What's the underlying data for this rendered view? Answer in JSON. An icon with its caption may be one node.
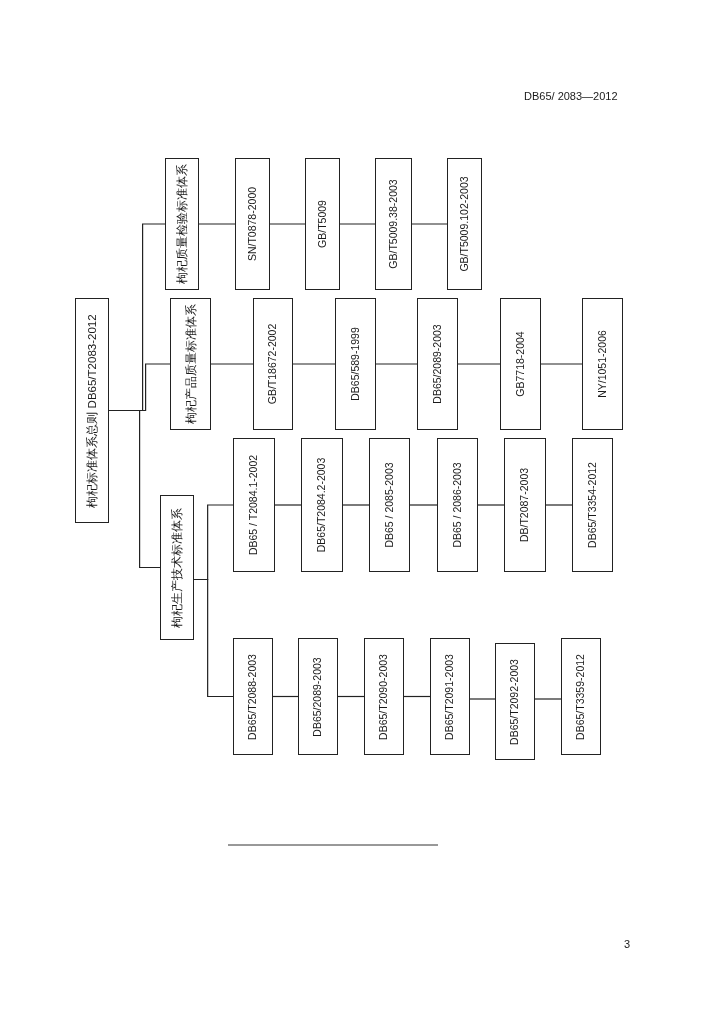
{
  "diagram": {
    "nodes": [
      {
        "text": [
          "枸杞标准体系总则 DB65/T2083-2012"
        ]
      },
      {
        "text": [
          "枸杞质量检验标准体系"
        ]
      },
      {
        "text": [
          "SN/T0878-2000"
        ]
      },
      {
        "text": [
          "GB/T5009"
        ]
      },
      {
        "text": [
          "GB/T5009.38-2003"
        ]
      },
      {
        "text": [
          "GB/T5009.102-2003"
        ]
      },
      {
        "text": [
          "枸杞产品质量标准体系"
        ]
      },
      {
        "text": [
          "GB/T18672-2002"
        ]
      },
      {
        "text": [
          "DB65/589-1999"
        ]
      },
      {
        "text": [
          "DB65/2089-2003"
        ]
      },
      {
        "text": [
          "GB7718-2004"
        ]
      },
      {
        "text": [
          "NY/1051-2006"
        ]
      },
      {
        "text": [
          "枸杞生产技术标准体系"
        ]
      },
      {
        "text": [
          "DB65 / T2084.1-2002"
        ]
      },
      {
        "text": [
          "DB65/T2084.2-2003"
        ]
      },
      {
        "text": [
          "DB65 / 2085-2003"
        ]
      },
      {
        "text": [
          "DB65 / 2086-2003"
        ]
      },
      {
        "text": [
          "DB/T2087-2003"
        ]
      },
      {
        "text": [
          "DB65/T3354-2012"
        ]
      },
      {
        "text": [
          "DB65/T2088-2003"
        ]
      },
      {
        "text": [
          "DB65/2089-2003"
        ]
      },
      {
        "text": [
          "DB65/T2090-2003"
        ]
      },
      {
        "text": [
          "DB65/T2091-2003"
        ]
      },
      {
        "text": [
          "DB65/T2092-2003"
        ]
      },
      {
        "text": [
          "DB65/T3359-2012"
        ]
      }
    ],
    "edges": [
      {
        "from": 0,
        "to": 1,
        "arrow": "none"
      },
      {
        "from": 0,
        "to": 6,
        "arrow": "none"
      },
      {
        "from": 0,
        "to": 12,
        "arrow": "none"
      },
      {
        "from": 1,
        "to": 2,
        "arrow": "none"
      },
      {
        "from": 2,
        "to": 3,
        "arrow": "none"
      },
      {
        "from": 3,
        "to": 4,
        "arrow": "none"
      },
      {
        "from": 4,
        "to": 5,
        "arrow": "none"
      },
      {
        "from": 6,
        "to": 7,
        "arrow": "none"
      },
      {
        "from": 7,
        "to": 8,
        "arrow": "none"
      },
      {
        "from": 8,
        "to": 9,
        "arrow": "none"
      },
      {
        "from": 9,
        "to": 10,
        "arrow": "none"
      },
      {
        "from": 10,
        "to": 11,
        "arrow": "none"
      },
      {
        "from": 12,
        "to": 13,
        "arrow": "none"
      },
      {
        "from": 13,
        "to": 14,
        "arrow": "none"
      },
      {
        "from": 14,
        "to": 15,
        "arrow": "none"
      },
      {
        "from": 15,
        "to": 16,
        "arrow": "none"
      },
      {
        "from": 16,
        "to": 17,
        "arrow": "none"
      },
      {
        "from": 17,
        "to": 18,
        "arrow": "none"
      },
      {
        "from": 12,
        "to": 19,
        "arrow": "none"
      },
      {
        "from": 19,
        "to": 20,
        "arrow": "none"
      },
      {
        "from": 20,
        "to": 21,
        "arrow": "none"
      },
      {
        "from": 21,
        "to": 22,
        "arrow": "none"
      },
      {
        "from": 22,
        "to": 23,
        "arrow": "none"
      },
      {
        "from": 23,
        "to": 24,
        "arrow": "none"
      }
    ],
    "labels": [
      "DB65/ 2083—2012",
      "3"
    ]
  }
}
